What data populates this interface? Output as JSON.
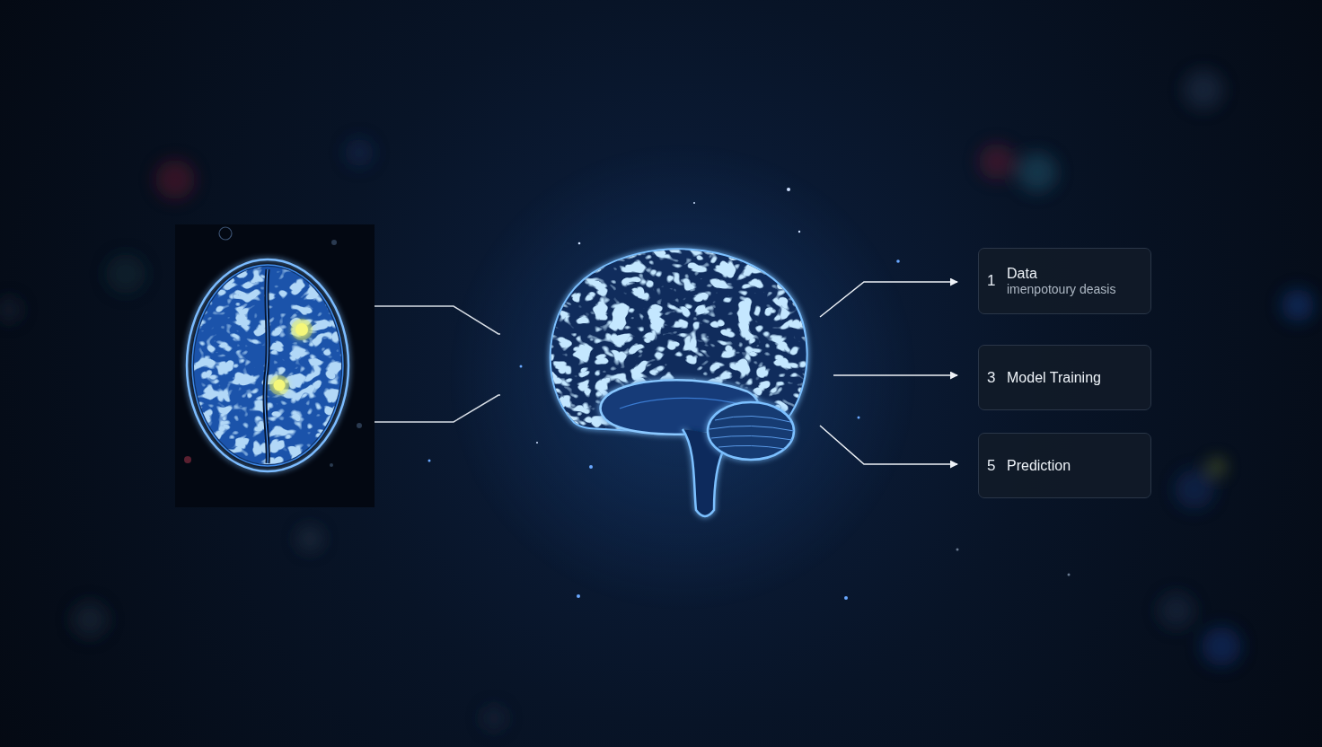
{
  "diagram": {
    "nodes": [
      {
        "text": [
          "1",
          "Data",
          "imenpotoury deasis"
        ]
      },
      {
        "text": [
          "3",
          "Model Training"
        ]
      },
      {
        "text": [
          "5",
          "Prediction"
        ]
      }
    ]
  }
}
